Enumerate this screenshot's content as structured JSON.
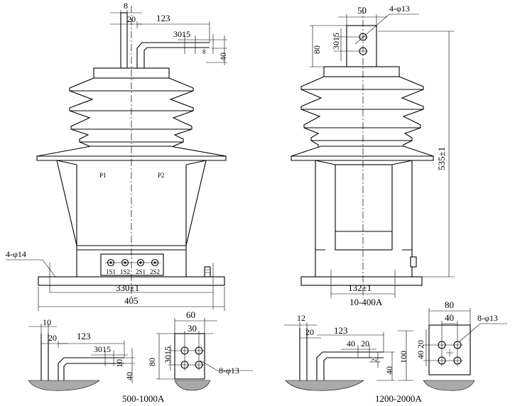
{
  "dimensions": {
    "front_top_8": "8",
    "front_top_20": "20",
    "front_top_123": "123",
    "front_top_3015": "3015",
    "front_top_8b": "8",
    "front_top_40": "40",
    "front_holes": "4-φ14",
    "front_base_330": "330±1",
    "front_base_405": "405",
    "side_top_50": "50",
    "side_holes": "4-φ13",
    "side_top_80": "80",
    "side_top_3015": "3015",
    "side_height_535": "535±1",
    "side_base_132": "132±1",
    "d1_10": "10",
    "d1_20": "20",
    "d1_123": "123",
    "d1_3015": "3015",
    "d1_10b": "10",
    "d1_40": "40",
    "d1_60": "60",
    "d1_30": "30",
    "d1_3015v": "3015",
    "d1_80": "80",
    "d1_holes": "8-φ13",
    "d2_12": "12",
    "d2_20": "20",
    "d2_123": "123",
    "d2_40": "40",
    "d2_20b": "20",
    "d2_2": "2",
    "d2_40b": "40",
    "d2_100": "100",
    "d2_80": "80",
    "d2_40c": "40",
    "d2_4020": "40 20",
    "d2_holes": "8-φ13"
  },
  "labels": {
    "p1": "P1",
    "p2": "P2",
    "terminals": [
      "1S1",
      "1S2",
      "2S1",
      "2S2"
    ],
    "range_main": "10-400A",
    "range_d1": "500-1000A",
    "range_d2": "1200-2000A"
  }
}
